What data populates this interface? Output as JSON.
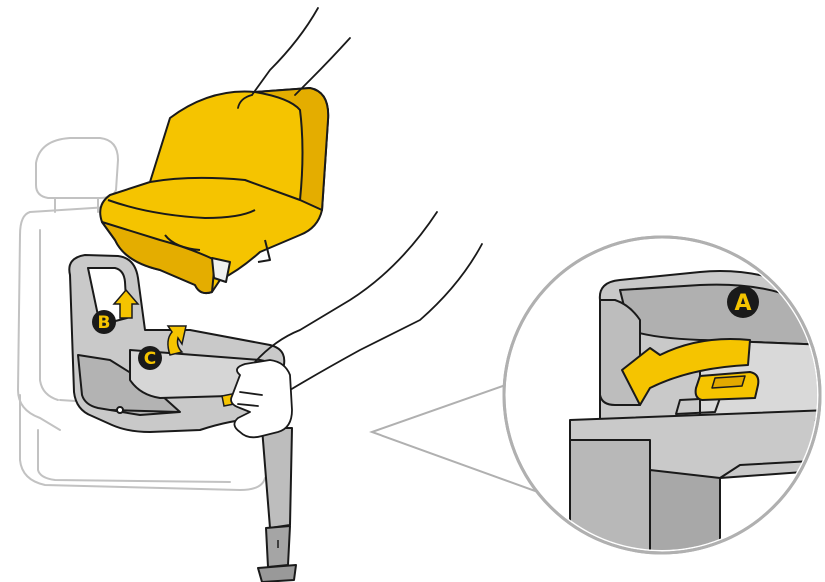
{
  "labels": {
    "a": "A",
    "b": "B",
    "c": "C"
  },
  "colors": {
    "seat_yellow": "#f5c400",
    "seat_yellow_shadow": "#e3a800",
    "base_gray": "#c8c8c8",
    "base_gray_dark": "#9a9a9a",
    "outline": "#1a1a1a",
    "vehicle_seat_line": "#bdbdbd",
    "badge_fill": "#1a1a1a"
  },
  "icons": [
    "hand-icon",
    "arrow-up-icon",
    "arrow-curved-icon",
    "magnifier-callout-icon"
  ]
}
